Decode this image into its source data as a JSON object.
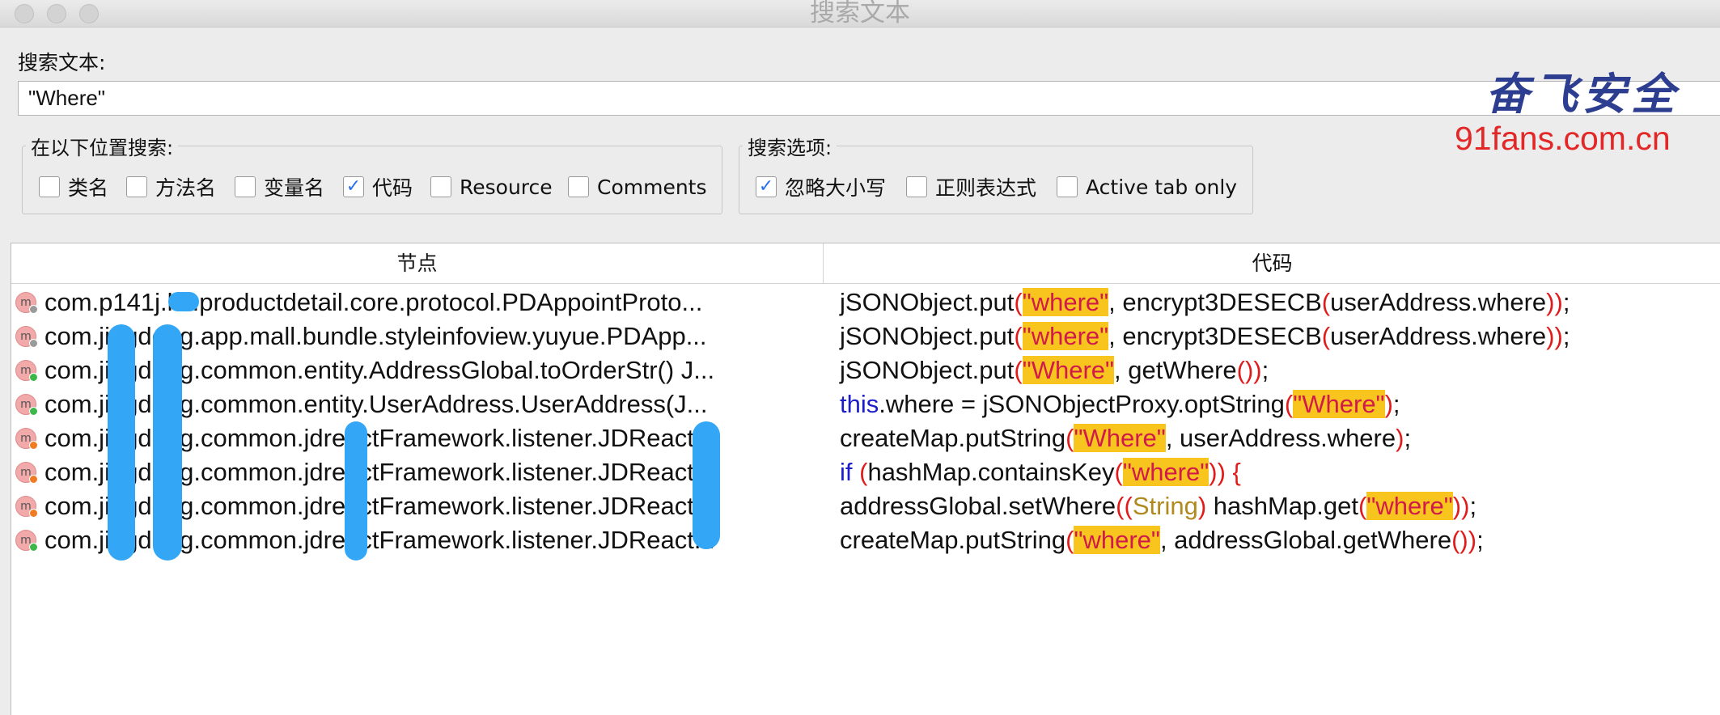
{
  "window": {
    "title": "搜索文本"
  },
  "search": {
    "label": "搜索文本:",
    "value": "\"Where\""
  },
  "scope_group": {
    "title": "在以下位置搜索:",
    "options": [
      {
        "label": "类名",
        "checked": false
      },
      {
        "label": "方法名",
        "checked": false
      },
      {
        "label": "变量名",
        "checked": false
      },
      {
        "label": "代码",
        "checked": true
      },
      {
        "label": "Resource",
        "checked": false
      },
      {
        "label": "Comments",
        "checked": false
      }
    ]
  },
  "options_group": {
    "title": "搜索选项:",
    "options": [
      {
        "label": "忽略大小写",
        "checked": true
      },
      {
        "label": "正则表达式",
        "checked": false
      },
      {
        "label": "Active tab only",
        "checked": false
      }
    ]
  },
  "watermark": {
    "line1": "奋飞安全",
    "line2": "91fans.com.cn"
  },
  "table": {
    "columns": [
      "节点",
      "代码"
    ],
    "rows": [
      {
        "icon": "m",
        "status": "gray",
        "node": "com.p141j.lib.productdetail.core.protocol.PDAppointProto...",
        "code": [
          [
            "t",
            "jSONObject.put"
          ],
          [
            "p",
            "("
          ],
          [
            "s",
            "\"where\""
          ],
          [
            "t",
            ", encrypt3DESECB"
          ],
          [
            "p",
            "("
          ],
          [
            "t",
            "userAddress.where"
          ],
          [
            "p",
            "))"
          ],
          [
            "t",
            ";"
          ]
        ]
      },
      {
        "icon": "m",
        "status": "gray",
        "node": "com.jingdong.app.mall.bundle.styleinfoview.yuyue.PDApp...",
        "code": [
          [
            "t",
            "jSONObject.put"
          ],
          [
            "p",
            "("
          ],
          [
            "s",
            "\"where\""
          ],
          [
            "t",
            ", encrypt3DESECB"
          ],
          [
            "p",
            "("
          ],
          [
            "t",
            "userAddress.where"
          ],
          [
            "p",
            "))"
          ],
          [
            "t",
            ";"
          ]
        ]
      },
      {
        "icon": "m",
        "status": "green",
        "node": "com.jingdong.common.entity.AddressGlobal.toOrderStr() J...",
        "code": [
          [
            "t",
            "jSONObject.put"
          ],
          [
            "p",
            "("
          ],
          [
            "s",
            "\"Where\""
          ],
          [
            "t",
            ", getWhere"
          ],
          [
            "p",
            "())"
          ],
          [
            "t",
            ";"
          ]
        ]
      },
      {
        "icon": "m",
        "status": "green",
        "node": "com.jingdong.common.entity.UserAddress.UserAddress(J...",
        "code": [
          [
            "k",
            "this"
          ],
          [
            "t",
            ".where = jSONObjectProxy.optString"
          ],
          [
            "p",
            "("
          ],
          [
            "s",
            "\"Where\""
          ],
          [
            "p",
            ")"
          ],
          [
            "t",
            ";"
          ]
        ]
      },
      {
        "icon": "m",
        "status": "orange",
        "node": "com.jingdong.common.jdreactFramework.listener.JDReact...",
        "code": [
          [
            "t",
            "createMap.putString"
          ],
          [
            "p",
            "("
          ],
          [
            "s",
            "\"Where\""
          ],
          [
            "t",
            ", userAddress.where"
          ],
          [
            "p",
            ")"
          ],
          [
            "t",
            ";"
          ]
        ]
      },
      {
        "icon": "m",
        "status": "orange",
        "node": "com.jingdong.common.jdreactFramework.listener.JDReact...",
        "code": [
          [
            "k",
            "if"
          ],
          [
            "t",
            " "
          ],
          [
            "p",
            "("
          ],
          [
            "t",
            "hashMap.containsKey"
          ],
          [
            "p",
            "("
          ],
          [
            "s",
            "\"where\""
          ],
          [
            "p",
            ")) {"
          ]
        ]
      },
      {
        "icon": "m",
        "status": "orange",
        "node": "com.jingdong.common.jdreactFramework.listener.JDReact...",
        "code": [
          [
            "t",
            "addressGlobal.setWhere"
          ],
          [
            "p",
            "(("
          ],
          [
            "tt",
            "String"
          ],
          [
            "p",
            ")"
          ],
          [
            "t",
            " hashMap.get"
          ],
          [
            "p",
            "("
          ],
          [
            "s",
            "\"where\""
          ],
          [
            "p",
            "))"
          ],
          [
            "t",
            ";"
          ]
        ]
      },
      {
        "icon": "m",
        "status": "green",
        "node": "com.jingdong.common.jdreactFramework.listener.JDReact...",
        "code": [
          [
            "t",
            "createMap.putString"
          ],
          [
            "p",
            "("
          ],
          [
            "s",
            "\"where\""
          ],
          [
            "t",
            ", addressGlobal.getWhere"
          ],
          [
            "p",
            "())"
          ],
          [
            "t",
            ";"
          ]
        ]
      }
    ]
  },
  "colors": {
    "status_gray": "#9a9a9a",
    "status_green": "#3cb84a",
    "status_orange": "#f07b22",
    "highlight": "#f7c51e",
    "redaction": "#33a7f5"
  }
}
